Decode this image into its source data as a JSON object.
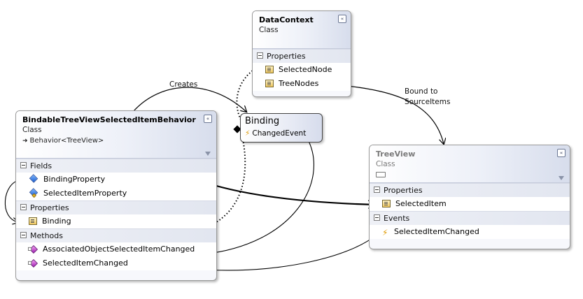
{
  "classes": {
    "datacontext": {
      "name": "DataContext",
      "kind": "Class",
      "sections": [
        {
          "title": "Properties",
          "members": [
            {
              "name": "SelectedNode",
              "icon": "property-icon"
            },
            {
              "name": "TreeNodes",
              "icon": "property-icon"
            }
          ]
        }
      ]
    },
    "behavior": {
      "name": "BindableTreeViewSelectedItemBehavior",
      "kind": "Class",
      "base": "Behavior<TreeView>",
      "sections": [
        {
          "title": "Fields",
          "members": [
            {
              "name": "BindingProperty",
              "icon": "field-icon"
            },
            {
              "name": "SelectedItemProperty",
              "icon": "static-field-icon"
            }
          ]
        },
        {
          "title": "Properties",
          "members": [
            {
              "name": "Binding",
              "icon": "property-icon"
            }
          ]
        },
        {
          "title": "Methods",
          "members": [
            {
              "name": "AssociatedObjectSelectedItemChanged",
              "icon": "method-icon"
            },
            {
              "name": "SelectedItemChanged",
              "icon": "method-icon"
            }
          ]
        }
      ]
    },
    "treeview": {
      "name": "TreeView",
      "kind": "Class",
      "sections": [
        {
          "title": "Properties",
          "members": [
            {
              "name": "SelectedItem",
              "icon": "property-icon"
            }
          ]
        },
        {
          "title": "Events",
          "members": [
            {
              "name": "SelectedItemChanged",
              "icon": "event-icon"
            }
          ]
        }
      ]
    }
  },
  "binding": {
    "title": "Binding",
    "event": "ChangedEvent"
  },
  "edge_labels": {
    "creates": "Creates",
    "bound_to_line1": "Bound to",
    "bound_to_line2": "SourceItems"
  },
  "glyphs": {
    "collapse": "«",
    "inherit_arrow": "➜",
    "event": "⚡"
  }
}
